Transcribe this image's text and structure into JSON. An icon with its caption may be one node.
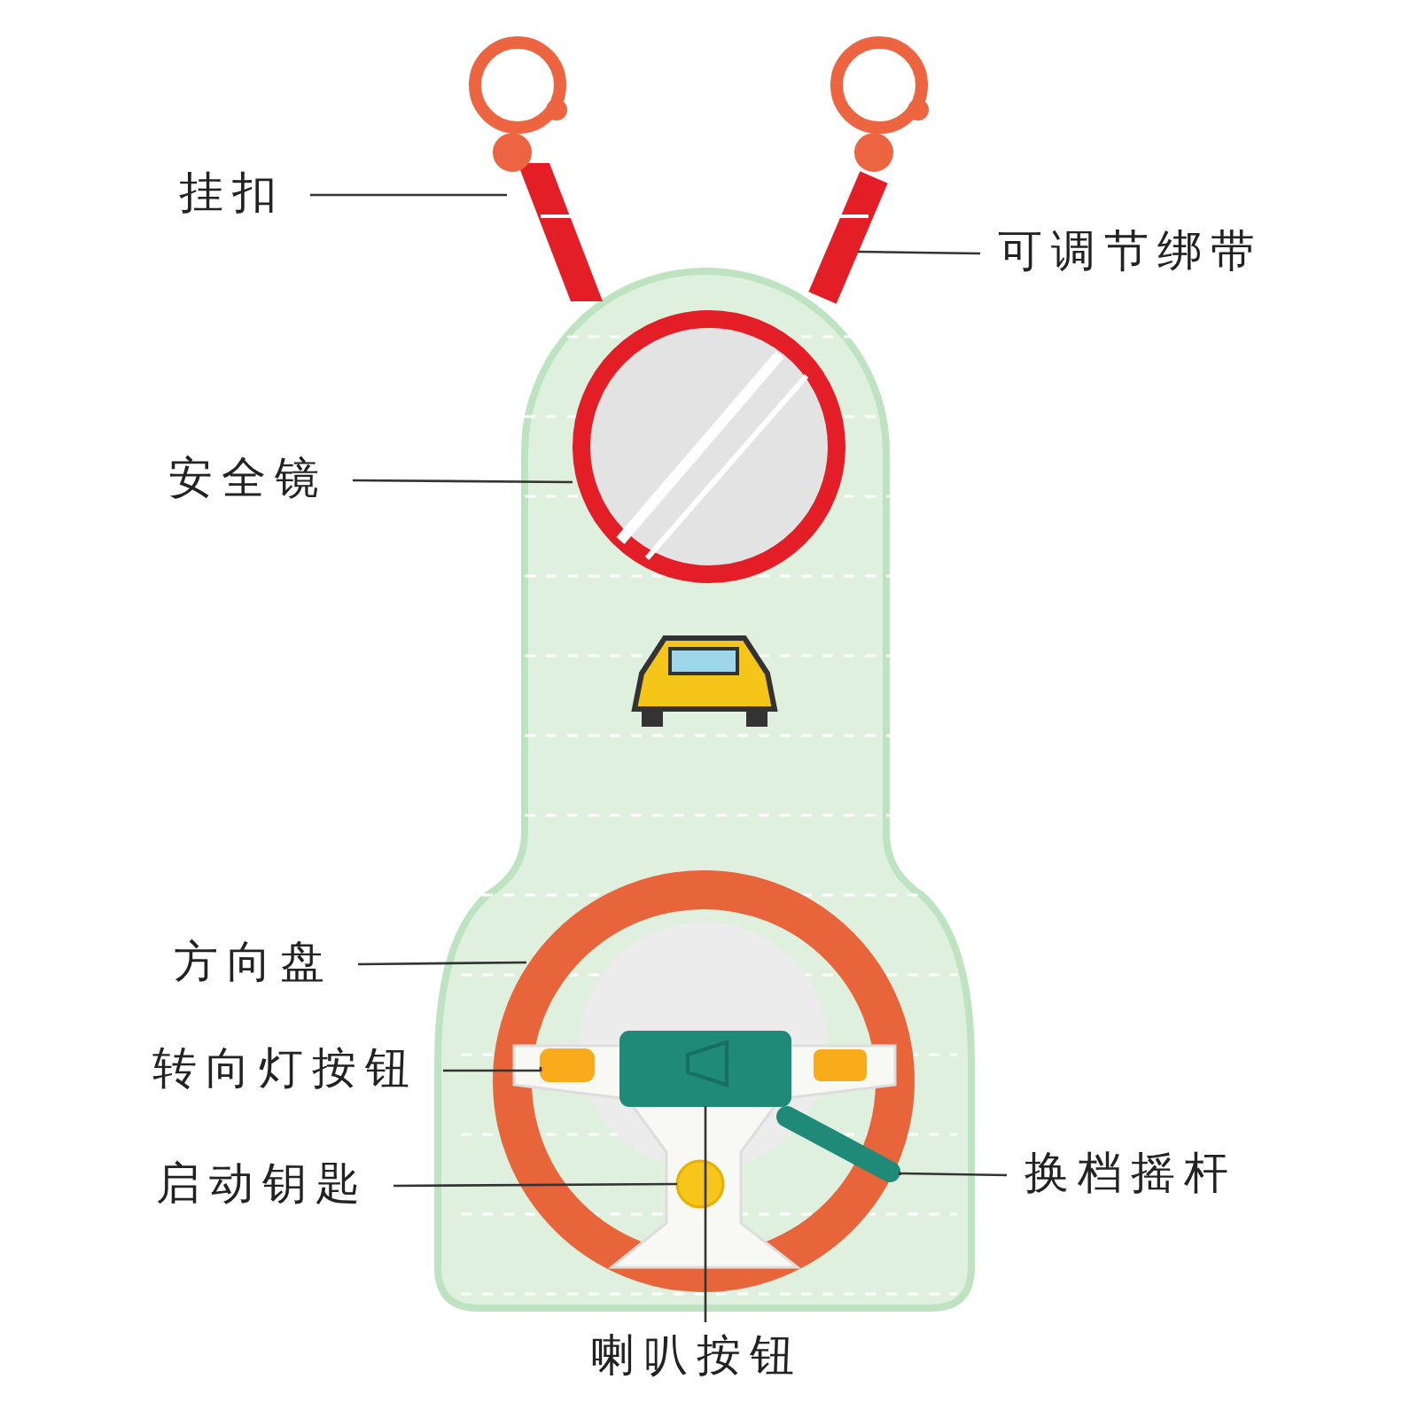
{
  "diagram": {
    "nodes": [
      {
        "text": [
          "挂扣"
        ]
      },
      {
        "text": [
          "可调节绑带"
        ]
      },
      {
        "text": [
          "安全镜"
        ]
      },
      {
        "text": [
          "方向盘"
        ]
      },
      {
        "text": [
          "转向灯按钮"
        ]
      },
      {
        "text": [
          "启动钥匙"
        ]
      },
      {
        "text": [
          "换档摇杆"
        ]
      },
      {
        "text": [
          "喇叭按钮"
        ]
      },
      {
        "text": [],
        "shape": "circle"
      },
      {
        "text": [],
        "shape": "bar"
      },
      {
        "text": [],
        "shape": "circle"
      },
      {
        "text": [],
        "shape": "circle"
      },
      {
        "text": [],
        "shape": "box",
        "in": 11
      },
      {
        "text": [],
        "shape": "circle",
        "in": 11
      },
      {
        "text": [],
        "shape": "bar",
        "in": 11
      },
      {
        "text": [],
        "shape": "box",
        "in": 11
      }
    ],
    "edges": [
      {
        "from": 0,
        "to": 8,
        "arrow": "none"
      },
      {
        "from": 1,
        "to": 9,
        "arrow": "none"
      },
      {
        "from": 2,
        "to": 10,
        "arrow": "none"
      },
      {
        "from": 3,
        "to": 11,
        "arrow": "none"
      },
      {
        "from": 4,
        "to": 12,
        "arrow": "none"
      },
      {
        "from": 5,
        "to": 13,
        "arrow": "none"
      },
      {
        "from": 6,
        "to": 14,
        "arrow": "none"
      },
      {
        "from": 7,
        "to": 15,
        "arrow": "none"
      }
    ]
  }
}
